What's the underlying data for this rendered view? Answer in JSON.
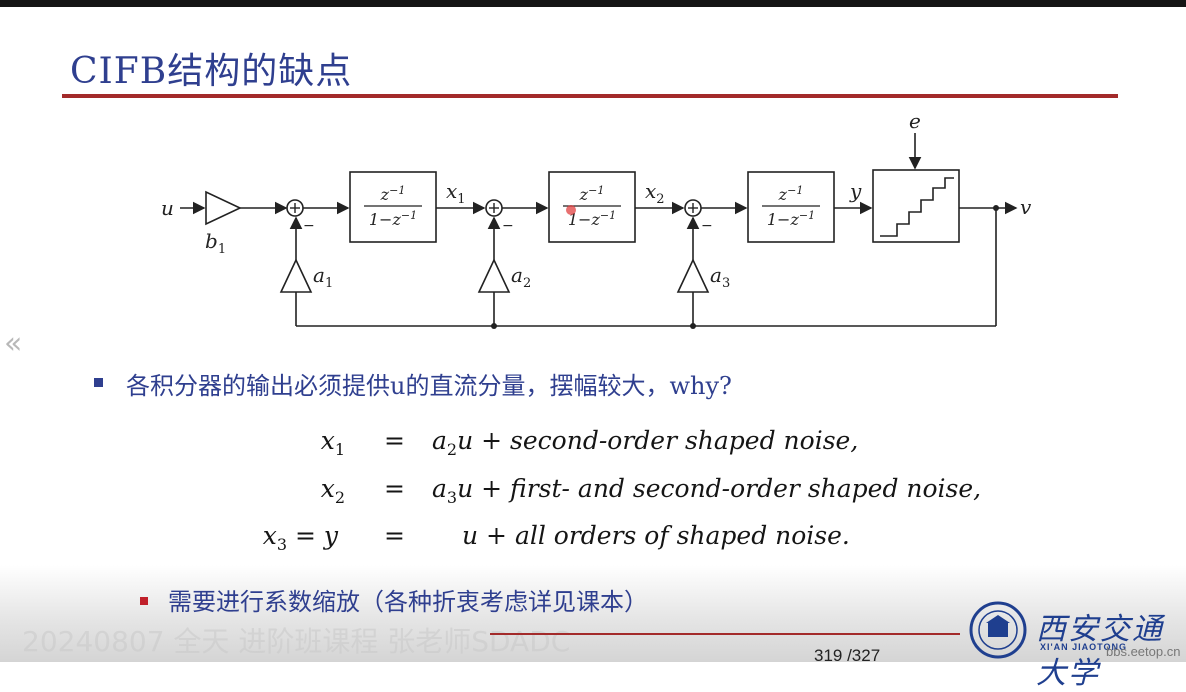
{
  "slide": {
    "title": "CIFB结构的缺点",
    "bullet1": "各积分器的输出必须提供u的直流分量，摆幅较大，why?",
    "bullet2": "需要进行系数缩放（各种折衷考虑详见课本）",
    "page": "319 /327",
    "watermark": "20240807 全天 进阶班课程 张老师SDADC",
    "logo_text": "西安交通大学",
    "logo_sub": "XI'AN JIAOTONG",
    "site": "bbs.eetop.cn"
  },
  "diagram": {
    "input": "u",
    "input_gain": "b",
    "input_gain_sub": "1",
    "integrator_num": "z",
    "integrator_num_exp": "−1",
    "integrator_den": "1−z",
    "integrator_den_exp": "−1",
    "x1": "x",
    "x1_sub": "1",
    "x2": "x",
    "x2_sub": "2",
    "y": "y",
    "noise": "e",
    "output": "v",
    "minus": "−",
    "feedback_gains": [
      {
        "label": "a",
        "sub": "1"
      },
      {
        "label": "a",
        "sub": "2"
      },
      {
        "label": "a",
        "sub": "3"
      }
    ]
  },
  "equations": [
    {
      "lhs": "x",
      "lhs_sub": "1",
      "eq": "=",
      "rhs_a": "a",
      "rhs_sub": "2",
      "rhs_rest": "u + second-order shaped noise,"
    },
    {
      "lhs": "x",
      "lhs_sub": "2",
      "eq": "=",
      "rhs_a": "a",
      "rhs_sub": "3",
      "rhs_rest": "u + first- and second-order shaped noise,"
    },
    {
      "lhs": "x",
      "lhs_sub": "3",
      "lhs_tail": " = y",
      "eq": "=",
      "rhs_a": "",
      "rhs_sub": "",
      "rhs_rest": "u + all orders of shaped noise."
    }
  ],
  "colors": {
    "title": "#2f3f8f",
    "rule": "#a32a2a",
    "bullet2": "#c0202a"
  }
}
